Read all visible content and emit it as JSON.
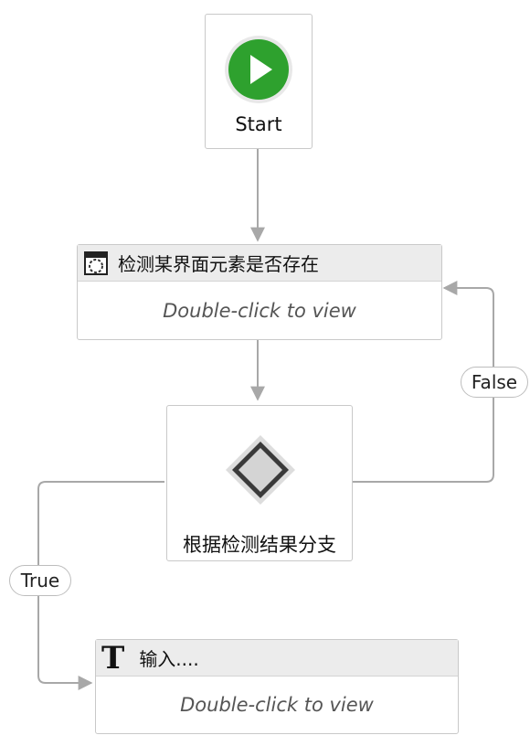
{
  "nodes": {
    "start": {
      "label": "Start",
      "icon": "play-icon"
    },
    "detect": {
      "title": "检测某界面元素是否存在",
      "body": "Double-click to view",
      "icon": "element-exists-icon"
    },
    "decision": {
      "label": "根据检测结果分支",
      "icon": "diamond-icon"
    },
    "input": {
      "title": "输入....",
      "body": "Double-click to view",
      "icon": "type-into-icon"
    }
  },
  "edges": {
    "false_label": "False",
    "true_label": "True"
  },
  "colors": {
    "play_green": "#2ea12e",
    "connector": "#a8a8a8",
    "header_gray": "#ececec"
  }
}
